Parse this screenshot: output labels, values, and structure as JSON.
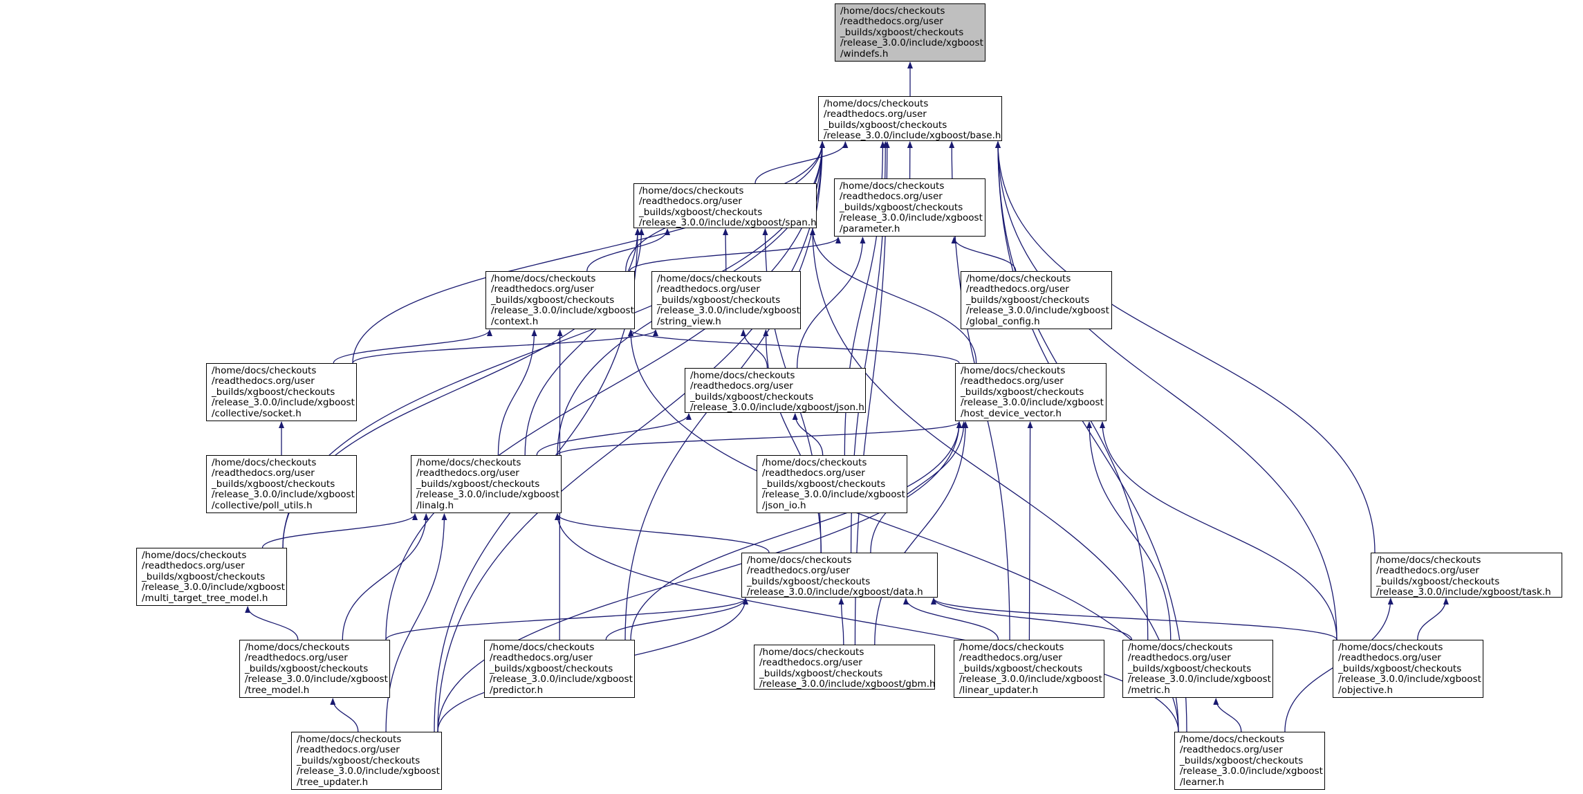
{
  "edge_color": "#191970",
  "root_fill": "#bfbfbf",
  "nodes": [
    {
      "id": "windefs",
      "lines": [
        "/home/docs/checkouts",
        "/readthedocs.org/user",
        "_builds/xgboost/checkouts",
        "/release_3.0.0/include/xgboost",
        "/windefs.h"
      ],
      "root": true
    },
    {
      "id": "base",
      "lines": [
        "/home/docs/checkouts",
        "/readthedocs.org/user",
        "_builds/xgboost/checkouts",
        "/release_3.0.0/include/xgboost/base.h"
      ]
    },
    {
      "id": "span",
      "lines": [
        "/home/docs/checkouts",
        "/readthedocs.org/user",
        "_builds/xgboost/checkouts",
        "/release_3.0.0/include/xgboost/span.h"
      ]
    },
    {
      "id": "parameter",
      "lines": [
        "/home/docs/checkouts",
        "/readthedocs.org/user",
        "_builds/xgboost/checkouts",
        "/release_3.0.0/include/xgboost",
        "/parameter.h"
      ]
    },
    {
      "id": "context",
      "lines": [
        "/home/docs/checkouts",
        "/readthedocs.org/user",
        "_builds/xgboost/checkouts",
        "/release_3.0.0/include/xgboost",
        "/context.h"
      ]
    },
    {
      "id": "string_view",
      "lines": [
        "/home/docs/checkouts",
        "/readthedocs.org/user",
        "_builds/xgboost/checkouts",
        "/release_3.0.0/include/xgboost",
        "/string_view.h"
      ]
    },
    {
      "id": "global_config",
      "lines": [
        "/home/docs/checkouts",
        "/readthedocs.org/user",
        "_builds/xgboost/checkouts",
        "/release_3.0.0/include/xgboost",
        "/global_config.h"
      ]
    },
    {
      "id": "socket",
      "lines": [
        "/home/docs/checkouts",
        "/readthedocs.org/user",
        "_builds/xgboost/checkouts",
        "/release_3.0.0/include/xgboost",
        "/collective/socket.h"
      ]
    },
    {
      "id": "json",
      "lines": [
        "/home/docs/checkouts",
        "/readthedocs.org/user",
        "_builds/xgboost/checkouts",
        "/release_3.0.0/include/xgboost/json.h"
      ]
    },
    {
      "id": "host_device_vector",
      "lines": [
        "/home/docs/checkouts",
        "/readthedocs.org/user",
        "_builds/xgboost/checkouts",
        "/release_3.0.0/include/xgboost",
        "/host_device_vector.h"
      ]
    },
    {
      "id": "poll_utils",
      "lines": [
        "/home/docs/checkouts",
        "/readthedocs.org/user",
        "_builds/xgboost/checkouts",
        "/release_3.0.0/include/xgboost",
        "/collective/poll_utils.h"
      ]
    },
    {
      "id": "linalg",
      "lines": [
        "/home/docs/checkouts",
        "/readthedocs.org/user",
        "_builds/xgboost/checkouts",
        "/release_3.0.0/include/xgboost",
        "/linalg.h"
      ]
    },
    {
      "id": "json_io",
      "lines": [
        "/home/docs/checkouts",
        "/readthedocs.org/user",
        "_builds/xgboost/checkouts",
        "/release_3.0.0/include/xgboost",
        "/json_io.h"
      ]
    },
    {
      "id": "multi_target_tree_model",
      "lines": [
        "/home/docs/checkouts",
        "/readthedocs.org/user",
        "_builds/xgboost/checkouts",
        "/release_3.0.0/include/xgboost",
        "/multi_target_tree_model.h"
      ]
    },
    {
      "id": "data",
      "lines": [
        "/home/docs/checkouts",
        "/readthedocs.org/user",
        "_builds/xgboost/checkouts",
        "/release_3.0.0/include/xgboost/data.h"
      ]
    },
    {
      "id": "task",
      "lines": [
        "/home/docs/checkouts",
        "/readthedocs.org/user",
        "_builds/xgboost/checkouts",
        "/release_3.0.0/include/xgboost/task.h"
      ]
    },
    {
      "id": "tree_model",
      "lines": [
        "/home/docs/checkouts",
        "/readthedocs.org/user",
        "_builds/xgboost/checkouts",
        "/release_3.0.0/include/xgboost",
        "/tree_model.h"
      ]
    },
    {
      "id": "predictor",
      "lines": [
        "/home/docs/checkouts",
        "/readthedocs.org/user",
        "_builds/xgboost/checkouts",
        "/release_3.0.0/include/xgboost",
        "/predictor.h"
      ]
    },
    {
      "id": "gbm",
      "lines": [
        "/home/docs/checkouts",
        "/readthedocs.org/user",
        "_builds/xgboost/checkouts",
        "/release_3.0.0/include/xgboost/gbm.h"
      ]
    },
    {
      "id": "linear_updater",
      "lines": [
        "/home/docs/checkouts",
        "/readthedocs.org/user",
        "_builds/xgboost/checkouts",
        "/release_3.0.0/include/xgboost",
        "/linear_updater.h"
      ]
    },
    {
      "id": "metric",
      "lines": [
        "/home/docs/checkouts",
        "/readthedocs.org/user",
        "_builds/xgboost/checkouts",
        "/release_3.0.0/include/xgboost",
        "/metric.h"
      ]
    },
    {
      "id": "objective",
      "lines": [
        "/home/docs/checkouts",
        "/readthedocs.org/user",
        "_builds/xgboost/checkouts",
        "/release_3.0.0/include/xgboost",
        "/objective.h"
      ]
    },
    {
      "id": "tree_updater",
      "lines": [
        "/home/docs/checkouts",
        "/readthedocs.org/user",
        "_builds/xgboost/checkouts",
        "/release_3.0.0/include/xgboost",
        "/tree_updater.h"
      ]
    },
    {
      "id": "learner",
      "lines": [
        "/home/docs/checkouts",
        "/readthedocs.org/user",
        "_builds/xgboost/checkouts",
        "/release_3.0.0/include/xgboost",
        "/learner.h"
      ]
    }
  ],
  "edges": [
    [
      "base",
      "windefs"
    ],
    [
      "span",
      "base"
    ],
    [
      "parameter",
      "base"
    ],
    [
      "context",
      "base"
    ],
    [
      "socket",
      "base"
    ],
    [
      "linalg",
      "base"
    ],
    [
      "multi_target_tree_model",
      "base"
    ],
    [
      "tree_model",
      "base"
    ],
    [
      "predictor",
      "base"
    ],
    [
      "tree_updater",
      "base"
    ],
    [
      "json_io",
      "base"
    ],
    [
      "data",
      "base"
    ],
    [
      "gbm",
      "base"
    ],
    [
      "linear_updater",
      "base"
    ],
    [
      "metric",
      "base"
    ],
    [
      "objective",
      "base"
    ],
    [
      "task",
      "base"
    ],
    [
      "learner",
      "base"
    ],
    [
      "context",
      "span"
    ],
    [
      "string_view",
      "span"
    ],
    [
      "linalg",
      "span"
    ],
    [
      "multi_target_tree_model",
      "span"
    ],
    [
      "tree_updater",
      "span"
    ],
    [
      "host_device_vector",
      "span"
    ],
    [
      "data",
      "span"
    ],
    [
      "learner",
      "span"
    ],
    [
      "context",
      "parameter"
    ],
    [
      "global_config",
      "parameter"
    ],
    [
      "json",
      "parameter"
    ],
    [
      "socket",
      "context"
    ],
    [
      "linalg",
      "context"
    ],
    [
      "predictor",
      "context"
    ],
    [
      "learner",
      "context"
    ],
    [
      "host_device_vector",
      "context"
    ],
    [
      "socket",
      "string_view"
    ],
    [
      "json",
      "string_view"
    ],
    [
      "data",
      "string_view"
    ],
    [
      "poll_utils",
      "socket"
    ],
    [
      "linalg",
      "json"
    ],
    [
      "json_io",
      "json"
    ],
    [
      "linalg",
      "host_device_vector"
    ],
    [
      "predictor",
      "host_device_vector"
    ],
    [
      "tree_updater",
      "host_device_vector"
    ],
    [
      "data",
      "host_device_vector"
    ],
    [
      "gbm",
      "host_device_vector"
    ],
    [
      "linear_updater",
      "host_device_vector"
    ],
    [
      "metric",
      "host_device_vector"
    ],
    [
      "objective",
      "host_device_vector"
    ],
    [
      "multi_target_tree_model",
      "linalg"
    ],
    [
      "tree_model",
      "linalg"
    ],
    [
      "tree_updater",
      "linalg"
    ],
    [
      "learner",
      "linalg"
    ],
    [
      "data",
      "linalg"
    ],
    [
      "tree_model",
      "multi_target_tree_model"
    ],
    [
      "tree_model",
      "data"
    ],
    [
      "predictor",
      "data"
    ],
    [
      "tree_updater",
      "data"
    ],
    [
      "gbm",
      "data"
    ],
    [
      "linear_updater",
      "data"
    ],
    [
      "metric",
      "data"
    ],
    [
      "objective",
      "data"
    ],
    [
      "objective",
      "task"
    ],
    [
      "learner",
      "task"
    ],
    [
      "tree_updater",
      "tree_model"
    ],
    [
      "learner",
      "metric"
    ]
  ]
}
